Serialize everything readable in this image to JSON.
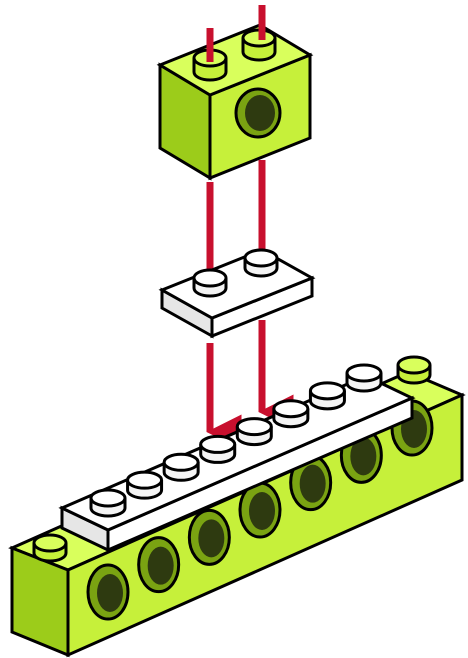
{
  "diagram": {
    "kind": "assembly-instruction",
    "colors": {
      "brick_face": "#c6f03a",
      "brick_top": "#d9ff5c",
      "brick_side": "#9ccc1a",
      "hole": "#2e3a10",
      "hole_rim": "#7aa312",
      "plate_face": "#ffffff",
      "plate_side": "#e6e6e6",
      "outline": "#000000",
      "arrow": "#c8102e"
    },
    "parts": [
      {
        "id": "technic-brick-1x2",
        "studs": 2,
        "holes": 1,
        "color": "lime"
      },
      {
        "id": "plate-1x2",
        "studs": 2,
        "color": "white"
      },
      {
        "id": "plate-1x8",
        "studs": 8,
        "color": "white"
      },
      {
        "id": "technic-brick-1x8",
        "studs": 2,
        "holes": 7,
        "color": "lime"
      }
    ],
    "arrows": [
      {
        "from": "technic-brick-1x2",
        "to": "plate-1x2",
        "count": 2
      },
      {
        "from": "plate-1x2",
        "to": "plate-1x8",
        "count": 2
      }
    ]
  }
}
